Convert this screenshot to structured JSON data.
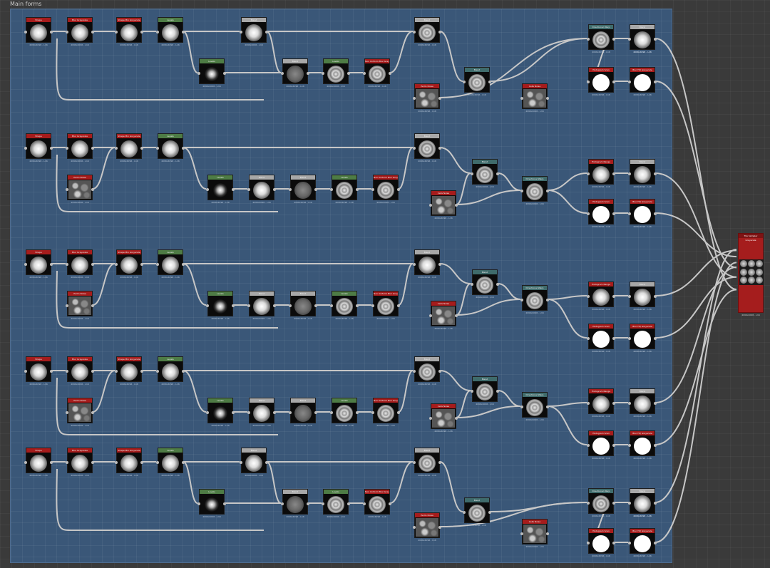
{
  "frame": {
    "title": "Main forms"
  },
  "rows": [
    {
      "nodes": [
        {
          "id": "r1n1",
          "label": "Shape",
          "caption": "4096x4096 - L16",
          "hue": "red",
          "thumb": "gradient"
        },
        {
          "id": "r1n2",
          "label": "Blur Grayscale",
          "caption": "4096x4096 - L16",
          "hue": "red",
          "thumb": "gradient"
        },
        {
          "id": "r1n3",
          "label": "Shape Mix Grayscale",
          "caption": "4096x4096 - L16",
          "hue": "red",
          "thumb": "gradient"
        },
        {
          "id": "r1n4",
          "label": "Levels",
          "caption": "4096x4096 - L16",
          "hue": "green",
          "thumb": "gradient"
        },
        {
          "id": "r1n5",
          "label": "Blend",
          "caption": "4096x4096 - L16",
          "hue": "white",
          "thumb": "gradient"
        },
        {
          "id": "r1n6",
          "label": "Blend",
          "caption": "4096x4096 - L16",
          "hue": "white",
          "thumb": "spiral"
        },
        {
          "id": "r1n7",
          "label": "Perlin Noise",
          "caption": "4096x4096 - L16",
          "hue": "red",
          "thumb": "noise"
        },
        {
          "id": "r1n8",
          "label": "Levels",
          "caption": "4096x4096 - L16",
          "hue": "green",
          "thumb": "small"
        },
        {
          "id": "r1n9",
          "label": "Blend",
          "caption": "4096x4096 - L16",
          "hue": "white",
          "thumb": "dark"
        },
        {
          "id": "r1n10",
          "label": "Levels",
          "caption": "4096x4096 - L16",
          "hue": "green",
          "thumb": "spiral"
        },
        {
          "id": "r1n11",
          "label": "Non Uniform Blur Grayscale",
          "caption": "4096x4096 - L16",
          "hue": "red",
          "thumb": "spiral"
        },
        {
          "id": "r1n12",
          "label": "Blend",
          "caption": "4096x4096 - L16",
          "hue": "teal",
          "thumb": "spiral"
        },
        {
          "id": "r1n13",
          "label": "Cells Noise",
          "caption": "4096x4096 - L16",
          "hue": "red",
          "thumb": "noise"
        },
        {
          "id": "r1n14",
          "label": "Directional Warp",
          "caption": "4096x4096 - L16",
          "hue": "teal",
          "thumb": "spiral"
        },
        {
          "id": "r1n15",
          "label": "Histogram Range",
          "caption": "4096x4096 - L16",
          "hue": "red",
          "thumb": "gradient"
        },
        {
          "id": "r1n16",
          "label": "Histogram Scan",
          "caption": "4096x4096 - L16",
          "hue": "red",
          "thumb": "white"
        },
        {
          "id": "r1n17",
          "label": "Blend",
          "caption": "4096x4096 - L16",
          "hue": "white",
          "thumb": "gradient"
        },
        {
          "id": "r1n18",
          "label": "Blur HQ Grayscale",
          "caption": "4096x4096 - L16",
          "hue": "red",
          "thumb": "white"
        }
      ]
    },
    {
      "nodes": [
        {
          "id": "r2n1",
          "label": "Shape",
          "caption": "4096x4096 - L16",
          "hue": "red",
          "thumb": "gradient"
        },
        {
          "id": "r2n2",
          "label": "Blur Grayscale",
          "caption": "4096x4096 - L16",
          "hue": "red",
          "thumb": "gradient"
        },
        {
          "id": "r2n3",
          "label": "Shape Mix Grayscale",
          "caption": "4096x4096 - L16",
          "hue": "red",
          "thumb": "gradient"
        },
        {
          "id": "r2n4",
          "label": "Levels",
          "caption": "4096x4096 - L16",
          "hue": "green",
          "thumb": "gradient"
        },
        {
          "id": "r2n5",
          "label": "Blend",
          "caption": "4096x4096 - L16",
          "hue": "white",
          "thumb": "spiral"
        },
        {
          "id": "r2n6",
          "label": "Perlin Noise",
          "caption": "4096x4096 - L16",
          "hue": "red",
          "thumb": "noise"
        },
        {
          "id": "r2n7",
          "label": "Levels",
          "caption": "4096x4096 - L16",
          "hue": "green",
          "thumb": "small"
        },
        {
          "id": "r2n8",
          "label": "Blend",
          "caption": "4096x4096 - L16",
          "hue": "white",
          "thumb": "gradient"
        },
        {
          "id": "r2n9",
          "label": "Blend",
          "caption": "4096x4096 - L16",
          "hue": "white",
          "thumb": "dark"
        },
        {
          "id": "r2n10",
          "label": "Levels",
          "caption": "4096x4096 - L16",
          "hue": "green",
          "thumb": "spiral"
        },
        {
          "id": "r2n11",
          "label": "Non Uniform Blur Grayscale",
          "caption": "4096x4096 - L16",
          "hue": "red",
          "thumb": "spiral"
        },
        {
          "id": "r2n12",
          "label": "Blend",
          "caption": "4096x4096 - L16",
          "hue": "teal",
          "thumb": "spiral"
        },
        {
          "id": "r2n13",
          "label": "Cells Noise",
          "caption": "4096x4096 - L16",
          "hue": "red",
          "thumb": "noise"
        },
        {
          "id": "r2n14",
          "label": "Directional Warp",
          "caption": "4096x4096 - L16",
          "hue": "teal",
          "thumb": "spiral"
        },
        {
          "id": "r2n15",
          "label": "Histogram Range",
          "caption": "4096x4096 - L16",
          "hue": "red",
          "thumb": "gradient"
        },
        {
          "id": "r2n16",
          "label": "Histogram Scan",
          "caption": "4096x4096 - L16",
          "hue": "red",
          "thumb": "white"
        },
        {
          "id": "r2n17",
          "label": "Blend",
          "caption": "4096x4096 - L16",
          "hue": "white",
          "thumb": "gradient"
        },
        {
          "id": "r2n18",
          "label": "Blur HQ Grayscale",
          "caption": "4096x4096 - L16",
          "hue": "red",
          "thumb": "white"
        }
      ]
    },
    {
      "nodes": [
        {
          "id": "r3n1",
          "label": "Shape",
          "caption": "4096x4096 - L16",
          "hue": "red",
          "thumb": "gradient"
        },
        {
          "id": "r3n2",
          "label": "Blur Grayscale",
          "caption": "4096x4096 - L16",
          "hue": "red",
          "thumb": "gradient"
        },
        {
          "id": "r3n3",
          "label": "Shape Mix Grayscale",
          "caption": "4096x4096 - L16",
          "hue": "red",
          "thumb": "gradient"
        },
        {
          "id": "r3n4",
          "label": "Levels",
          "caption": "4096x4096 - L16",
          "hue": "green",
          "thumb": "gradient"
        },
        {
          "id": "r3n5",
          "label": "Blend",
          "caption": "4096x4096 - L16",
          "hue": "white",
          "thumb": "gradient"
        },
        {
          "id": "r3n6",
          "label": "Perlin Noise",
          "caption": "4096x4096 - L16",
          "hue": "red",
          "thumb": "noise"
        },
        {
          "id": "r3n7",
          "label": "Levels",
          "caption": "4096x4096 - L16",
          "hue": "green",
          "thumb": "small"
        },
        {
          "id": "r3n8",
          "label": "Blend",
          "caption": "4096x4096 - L16",
          "hue": "white",
          "thumb": "gradient"
        },
        {
          "id": "r3n9",
          "label": "Blend",
          "caption": "4096x4096 - L16",
          "hue": "white",
          "thumb": "dark"
        },
        {
          "id": "r3n10",
          "label": "Levels",
          "caption": "4096x4096 - L16",
          "hue": "green",
          "thumb": "spiral"
        },
        {
          "id": "r3n11",
          "label": "Non Uniform Blur Grayscale",
          "caption": "4096x4096 - L16",
          "hue": "red",
          "thumb": "spiral"
        },
        {
          "id": "r3n12",
          "label": "Blend",
          "caption": "4096x4096 - L16",
          "hue": "teal",
          "thumb": "spiral"
        },
        {
          "id": "r3n13",
          "label": "Cells Noise",
          "caption": "4096x4096 - L16",
          "hue": "red",
          "thumb": "noise"
        },
        {
          "id": "r3n14",
          "label": "Directional Warp",
          "caption": "4096x4096 - L16",
          "hue": "teal",
          "thumb": "spiral"
        },
        {
          "id": "r3n15",
          "label": "Histogram Range",
          "caption": "4096x4096 - L16",
          "hue": "red",
          "thumb": "gradient"
        },
        {
          "id": "r3n16",
          "label": "Histogram Scan",
          "caption": "4096x4096 - L16",
          "hue": "red",
          "thumb": "white"
        },
        {
          "id": "r3n17",
          "label": "Blend",
          "caption": "4096x4096 - L16",
          "hue": "white",
          "thumb": "gradient"
        },
        {
          "id": "r3n18",
          "label": "Blur HQ Grayscale",
          "caption": "4096x4096 - L16",
          "hue": "red",
          "thumb": "white"
        }
      ]
    },
    {
      "nodes": [
        {
          "id": "r4n1",
          "label": "Shape",
          "caption": "4096x4096 - L16",
          "hue": "red",
          "thumb": "gradient"
        },
        {
          "id": "r4n2",
          "label": "Blur Grayscale",
          "caption": "4096x4096 - L16",
          "hue": "red",
          "thumb": "gradient"
        },
        {
          "id": "r4n3",
          "label": "Shape Mix Grayscale",
          "caption": "4096x4096 - L16",
          "hue": "red",
          "thumb": "gradient"
        },
        {
          "id": "r4n4",
          "label": "Levels",
          "caption": "4096x4096 - L16",
          "hue": "green",
          "thumb": "gradient"
        },
        {
          "id": "r4n5",
          "label": "Blend",
          "caption": "4096x4096 - L16",
          "hue": "white",
          "thumb": "spiral"
        },
        {
          "id": "r4n6",
          "label": "Perlin Noise",
          "caption": "4096x4096 - L16",
          "hue": "red",
          "thumb": "noise"
        },
        {
          "id": "r4n7",
          "label": "Levels",
          "caption": "4096x4096 - L16",
          "hue": "green",
          "thumb": "small"
        },
        {
          "id": "r4n8",
          "label": "Blend",
          "caption": "4096x4096 - L16",
          "hue": "white",
          "thumb": "gradient"
        },
        {
          "id": "r4n9",
          "label": "Blend",
          "caption": "4096x4096 - L16",
          "hue": "white",
          "thumb": "dark"
        },
        {
          "id": "r4n10",
          "label": "Levels",
          "caption": "4096x4096 - L16",
          "hue": "green",
          "thumb": "spiral"
        },
        {
          "id": "r4n11",
          "label": "Non Uniform Blur Grayscale",
          "caption": "4096x4096 - L16",
          "hue": "red",
          "thumb": "spiral"
        },
        {
          "id": "r4n12",
          "label": "Blend",
          "caption": "4096x4096 - L16",
          "hue": "teal",
          "thumb": "spiral"
        },
        {
          "id": "r4n13",
          "label": "Cells Noise",
          "caption": "4096x4096 - L16",
          "hue": "red",
          "thumb": "noise"
        },
        {
          "id": "r4n14",
          "label": "Directional Warp",
          "caption": "4096x4096 - L16",
          "hue": "teal",
          "thumb": "spiral"
        },
        {
          "id": "r4n15",
          "label": "Histogram Range",
          "caption": "4096x4096 - L16",
          "hue": "red",
          "thumb": "gradient"
        },
        {
          "id": "r4n16",
          "label": "Histogram Scan",
          "caption": "4096x4096 - L16",
          "hue": "red",
          "thumb": "white"
        },
        {
          "id": "r4n17",
          "label": "Blend",
          "caption": "4096x4096 - L16",
          "hue": "white",
          "thumb": "gradient"
        },
        {
          "id": "r4n18",
          "label": "Blur HQ Grayscale",
          "caption": "4096x4096 - L16",
          "hue": "red",
          "thumb": "white"
        }
      ]
    },
    {
      "nodes": [
        {
          "id": "r5n1",
          "label": "Shape",
          "caption": "4096x4096 - L16",
          "hue": "red",
          "thumb": "gradient"
        },
        {
          "id": "r5n2",
          "label": "Blur Grayscale",
          "caption": "4096x4096 - L16",
          "hue": "red",
          "thumb": "gradient"
        },
        {
          "id": "r5n3",
          "label": "Shape Mix Grayscale",
          "caption": "4096x4096 - L16",
          "hue": "red",
          "thumb": "gradient"
        },
        {
          "id": "r5n4",
          "label": "Levels",
          "caption": "4096x4096 - L16",
          "hue": "green",
          "thumb": "gradient"
        },
        {
          "id": "r5n5",
          "label": "Blend",
          "caption": "4096x4096 - L16",
          "hue": "white",
          "thumb": "gradient"
        },
        {
          "id": "r5n6",
          "label": "Blend",
          "caption": "4096x4096 - L16",
          "hue": "white",
          "thumb": "spiral"
        },
        {
          "id": "r5n7",
          "label": "Perlin Noise",
          "caption": "4096x4096 - L16",
          "hue": "red",
          "thumb": "noise"
        },
        {
          "id": "r5n8",
          "label": "Levels",
          "caption": "4096x4096 - L16",
          "hue": "green",
          "thumb": "small"
        },
        {
          "id": "r5n9",
          "label": "Blend",
          "caption": "4096x4096 - L16",
          "hue": "white",
          "thumb": "dark"
        },
        {
          "id": "r5n10",
          "label": "Levels",
          "caption": "4096x4096 - L16",
          "hue": "green",
          "thumb": "spiral"
        },
        {
          "id": "r5n11",
          "label": "Non Uniform Blur Grayscale",
          "caption": "4096x4096 - L16",
          "hue": "red",
          "thumb": "spiral"
        },
        {
          "id": "r5n12",
          "label": "Blend",
          "caption": "4096x4096 - L16",
          "hue": "teal",
          "thumb": "spiral"
        },
        {
          "id": "r5n13",
          "label": "Cells Noise",
          "caption": "4096x4096 - L16",
          "hue": "red",
          "thumb": "noise"
        },
        {
          "id": "r5n14",
          "label": "Directional Warp",
          "caption": "4096x4096 - L16",
          "hue": "teal",
          "thumb": "spiral"
        },
        {
          "id": "r5n15",
          "label": "Histogram Range",
          "caption": "4096x4096 - L16",
          "hue": "red",
          "thumb": "gradient"
        },
        {
          "id": "r5n16",
          "label": "Histogram Scan",
          "caption": "4096x4096 - L16",
          "hue": "red",
          "thumb": "white"
        },
        {
          "id": "r5n17",
          "label": "Blend",
          "caption": "4096x4096 - L16",
          "hue": "white",
          "thumb": "gradient"
        },
        {
          "id": "r5n18",
          "label": "Blur HQ Grayscale",
          "caption": "4096x4096 - L16",
          "hue": "red",
          "thumb": "white"
        }
      ]
    }
  ],
  "output": {
    "label": "Tile Sampler Grayscale",
    "caption": "4096x4096 - L16"
  },
  "colors": {
    "red": "#a61c1c",
    "green": "#4e7c45",
    "white": "#a8a8a8",
    "teal": "#3f6b6b",
    "wire": "#c7c7c7",
    "frame": "#3a5778"
  }
}
